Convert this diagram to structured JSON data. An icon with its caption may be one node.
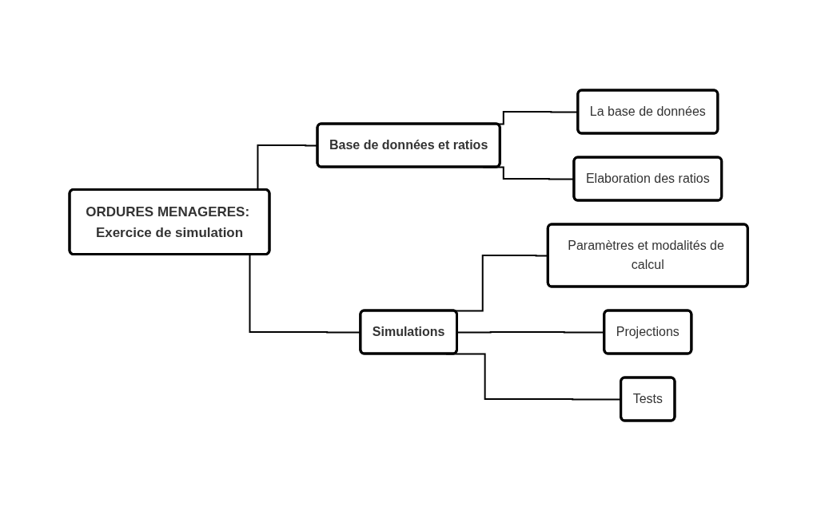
{
  "diagram": {
    "nodes": [
      {
        "text": [
          "ORDURES MENAGERES: Exercice de simulation"
        ]
      },
      {
        "text": [
          "Base de données et ratios"
        ]
      },
      {
        "text": [
          "La base de données"
        ]
      },
      {
        "text": [
          "Elaboration des ratios"
        ]
      },
      {
        "text": [
          "Simulations"
        ]
      },
      {
        "text": [
          "Paramètres et modalités de calcul"
        ]
      },
      {
        "text": [
          "Projections"
        ]
      },
      {
        "text": [
          "Tests"
        ]
      }
    ],
    "edges": [
      {
        "from": 0,
        "to": 1,
        "arrow": "none"
      },
      {
        "from": 0,
        "to": 4,
        "arrow": "none"
      },
      {
        "from": 1,
        "to": 2,
        "arrow": "none"
      },
      {
        "from": 1,
        "to": 3,
        "arrow": "none"
      },
      {
        "from": 4,
        "to": 5,
        "arrow": "none"
      },
      {
        "from": 4,
        "to": 6,
        "arrow": "none"
      },
      {
        "from": 4,
        "to": 7,
        "arrow": "none"
      }
    ]
  }
}
